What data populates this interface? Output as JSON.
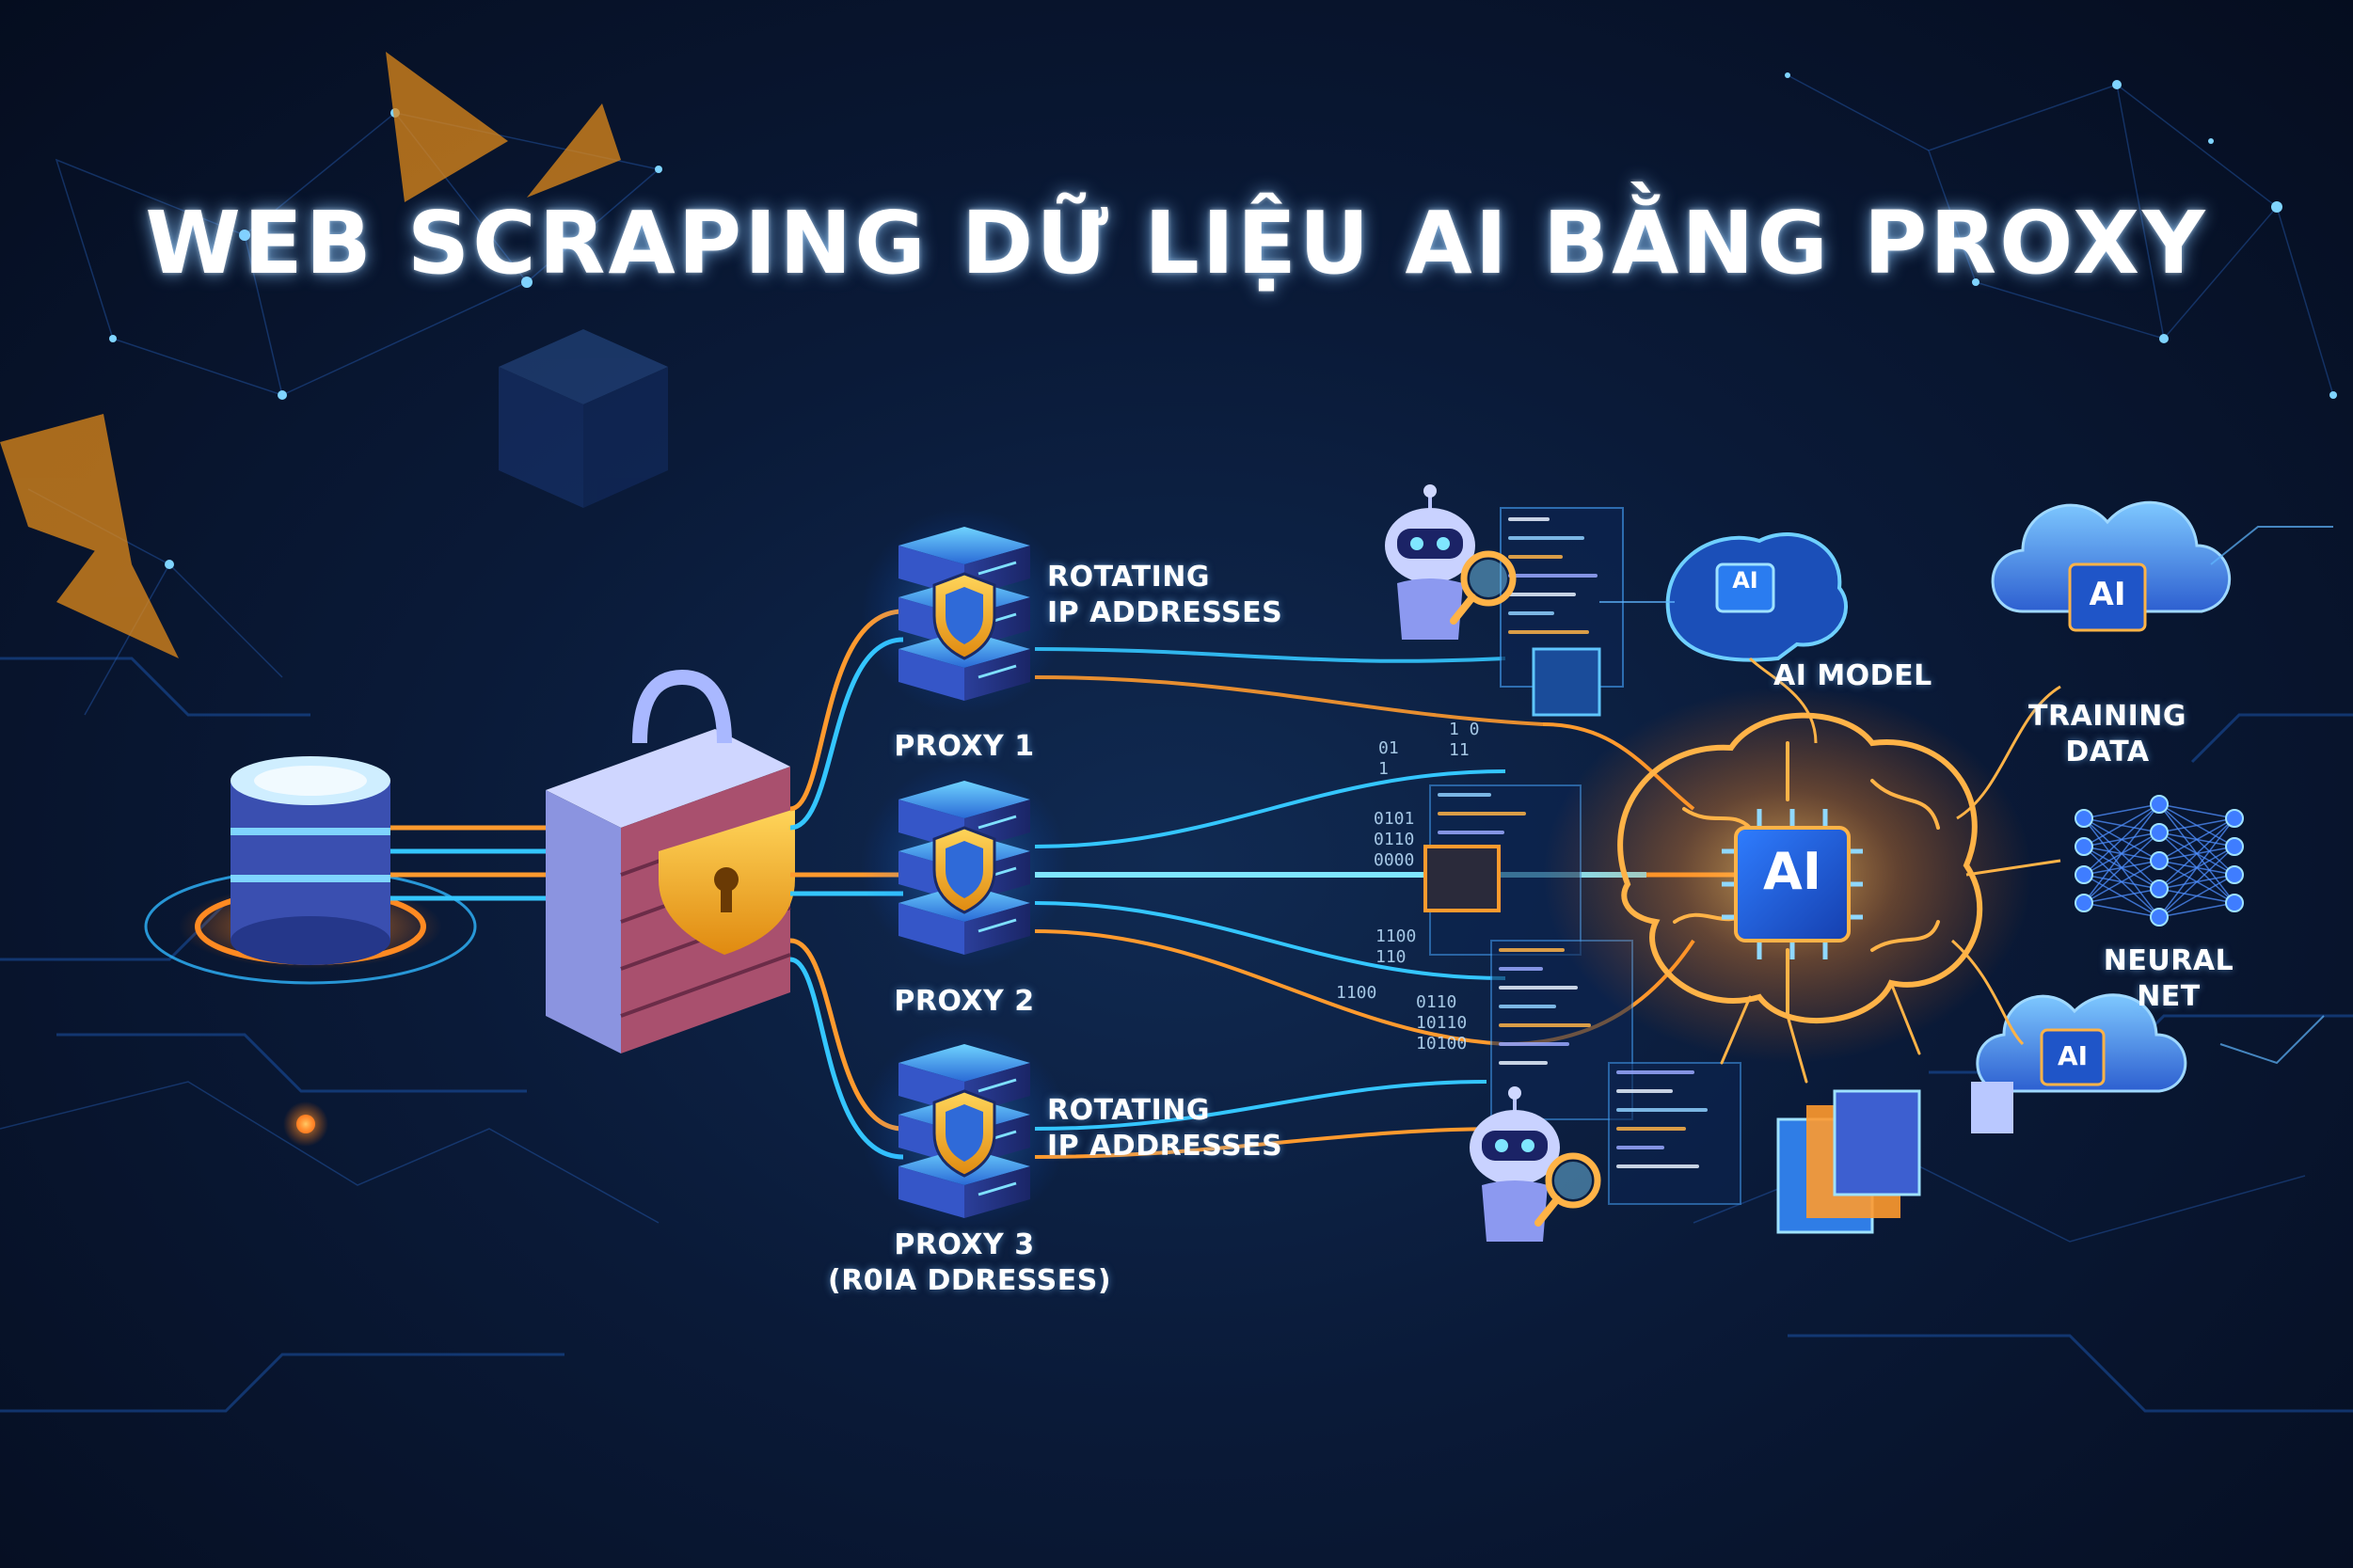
{
  "title": "WEB SCRAPING DỮ LIỆU AI BẰNG PROXY",
  "proxies": [
    {
      "name": "PROXY 1",
      "note": [
        "ROTATING",
        "IP ADDRESSES"
      ]
    },
    {
      "name": "PROXY 2",
      "note": []
    },
    {
      "name": "PROXY 3",
      "sub": "(R0IA DDRESSES)",
      "note": [
        "ROTATING",
        "IP ADDRESSES"
      ]
    }
  ],
  "ai": {
    "chip": "AI",
    "model_label": "AI MODEL",
    "training_label": [
      "TRAINING",
      "DATA"
    ],
    "neural_label": [
      "NEURAL",
      "NET"
    ]
  },
  "binary_snippets": [
    "01\n1",
    "0101\n0110\n0000",
    "1100\n110",
    "1100",
    "0110\n10110\n10100",
    "1 0\n11"
  ],
  "colors": {
    "background": "#071327",
    "accent_cyan": "#34c6ff",
    "accent_orange": "#ff9a2e",
    "firewall_brick": "#a9506e",
    "shield_gold": "#f4b12b"
  }
}
